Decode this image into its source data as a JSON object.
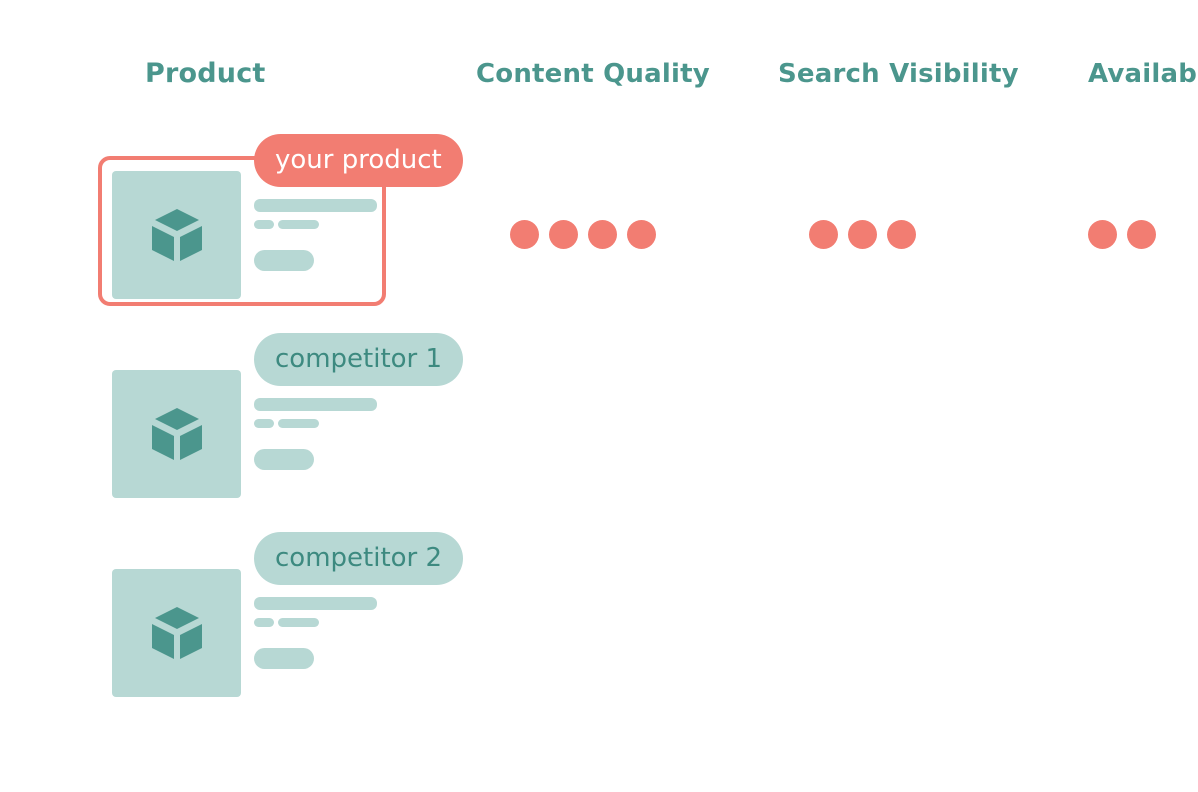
{
  "columns": {
    "product": "Product",
    "content_quality": "Content Quality",
    "search_visibility": "Search Visibility",
    "availability": "Availab"
  },
  "rows": [
    {
      "label": "your product",
      "highlighted": true,
      "icon": "box-icon",
      "ratings": {
        "content_quality": 4,
        "search_visibility": 3,
        "availability": 2
      }
    },
    {
      "label": "competitor 1",
      "highlighted": false,
      "icon": "box-icon"
    },
    {
      "label": "competitor 2",
      "highlighted": false,
      "icon": "box-icon"
    }
  ],
  "colors": {
    "accent": "#f27d72",
    "teal": "#4b968d",
    "placeholder": "#b7d8d4"
  }
}
